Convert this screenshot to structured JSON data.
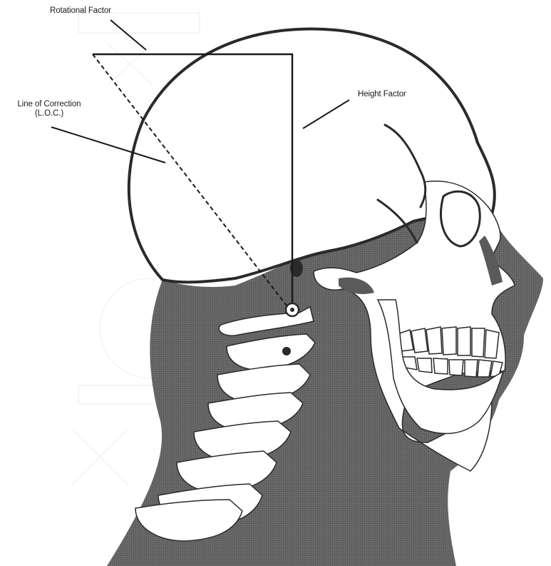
{
  "labels": {
    "rotational_factor": "Rotational Factor",
    "line_of_correction_1": "Line of Correction",
    "line_of_correction_2": "(L.O.C.)",
    "height_factor": "Height Factor"
  },
  "colors": {
    "background": "#ffffff",
    "shading": "#5a5a5a",
    "outline": "#2a2a2a",
    "bone": "#ffffff"
  }
}
